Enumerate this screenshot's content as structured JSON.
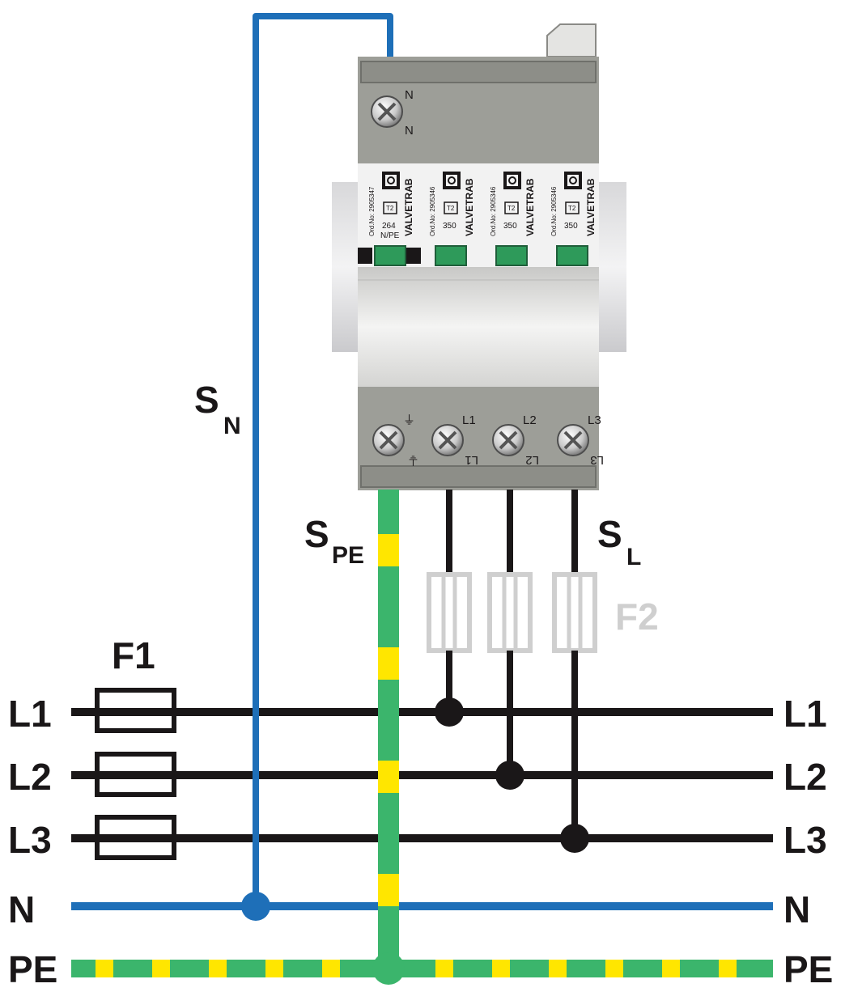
{
  "colors": {
    "phase": "#1a1718",
    "neutral": "#1e6fb8",
    "pe_green": "#3bb56c",
    "pe_yellow": "#ffe600",
    "fuse_gray": "#cfcfcf",
    "module_body": "#9d9e98",
    "module_label": "#f2f2f2",
    "indicator": "#2e9a5a"
  },
  "bus": {
    "left": [
      "L1",
      "L2",
      "L3",
      "N",
      "PE"
    ],
    "right": [
      "L1",
      "L2",
      "L3",
      "N",
      "PE"
    ]
  },
  "labels": {
    "f1": "F1",
    "f2": "F2",
    "sn_main": "S",
    "sn_sub": "N",
    "spe_main": "S",
    "spe_sub": "PE",
    "sl_main": "S",
    "sl_sub": "L"
  },
  "device": {
    "top_terminal": {
      "top": "N",
      "bottom": "N"
    },
    "bottom_terminals": [
      {
        "top": "⏚",
        "bottom": "⏚"
      },
      {
        "top": "L1",
        "bottom": "L1"
      },
      {
        "top": "L2",
        "bottom": "L2"
      },
      {
        "top": "L3",
        "bottom": "L3"
      }
    ],
    "modules": [
      {
        "brand": "VALVETRAB",
        "order": "Ord.No: 2905347",
        "type": "T2",
        "value": "264",
        "value2": "N/PE"
      },
      {
        "brand": "VALVETRAB",
        "order": "Ord.No: 2905346",
        "type": "T2",
        "value": "350",
        "value2": ""
      },
      {
        "brand": "VALVETRAB",
        "order": "Ord.No: 2905346",
        "type": "T2",
        "value": "350",
        "value2": ""
      },
      {
        "brand": "VALVETRAB",
        "order": "Ord.No: 2905346",
        "type": "T2",
        "value": "350",
        "value2": ""
      }
    ],
    "icon": "surge-protector-logo-icon"
  }
}
